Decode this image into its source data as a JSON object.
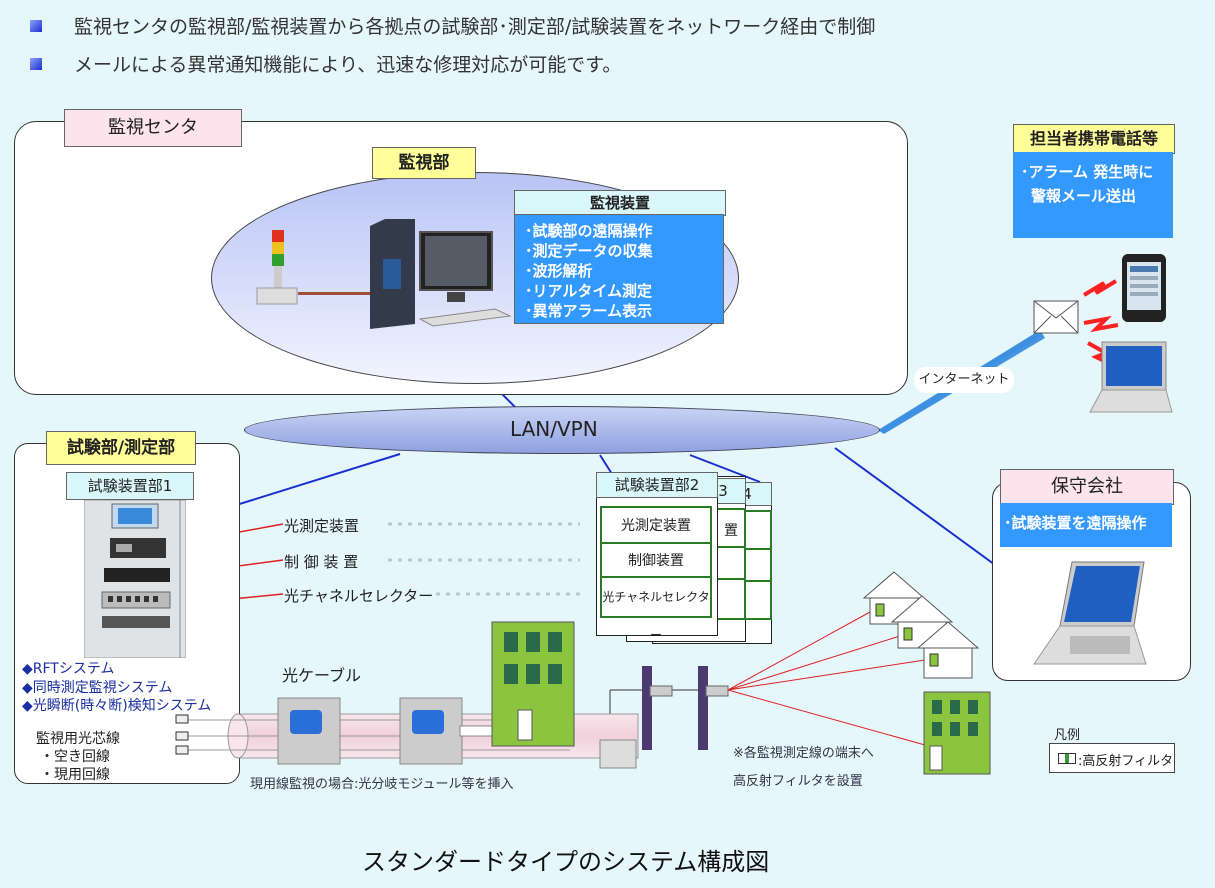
{
  "header": {
    "bullet1": "監視センタの監視部/監視装置から各拠点の試験部･測定部/試験装置をネットワーク経由で制御",
    "bullet2": "メールによる異常通知機能により、迅速な修理対応が可能です。"
  },
  "center": {
    "title": "監視センタ",
    "dept": "監視部",
    "device_title": "監視装置",
    "device_items": [
      "･試験部の遠隔操作",
      "･測定データの収集",
      "･波形解析",
      "･リアルタイム測定",
      "･異常アラーム表示"
    ]
  },
  "phone": {
    "title": "担当者携帯電話等",
    "line1": "･アラーム 発生時に",
    "line2": "警報メール送出"
  },
  "network": {
    "lan": "LAN/VPN",
    "internet": "インターネット"
  },
  "test": {
    "title": "試験部/測定部",
    "unit1": "試験装置部1",
    "features": [
      "◆RFTシステム",
      "◆同時測定監視システム",
      "◆光瞬断(時々断)検知システム"
    ],
    "fiber_title": "監視用光芯線",
    "fiber_items": [
      "・空き回線",
      "・現用回線"
    ]
  },
  "devices": {
    "optical": "光測定装置",
    "control": "制 御 装 置",
    "selector": "光チャネルセレクター"
  },
  "units": {
    "unit2": "試験装置部2",
    "unit3_num": "3",
    "unit4_num": "4",
    "cell1": "光測定装置",
    "cell2": "制御装置",
    "cell3": "光チャネルセレクター",
    "peek1": "置"
  },
  "cable": {
    "title": "光ケーブル",
    "note": "現用線監視の場合:光分岐モジュール等を挿入"
  },
  "notes": {
    "line1": "※各監視測定線の端末へ",
    "line2": "高反射フィルタを設置"
  },
  "maint": {
    "title": "保守会社",
    "item": "･試験装置を遠隔操作"
  },
  "legend": {
    "title": "凡例",
    "item": ":高反射フィルタ"
  },
  "caption": "スタンダードタイプのシステム構成図",
  "colors": {
    "background": "#e6f7fc",
    "blue_box": "#3399ff",
    "building": "#8bc53f",
    "network": "#1a2fd0",
    "red_link": "#e02020"
  }
}
